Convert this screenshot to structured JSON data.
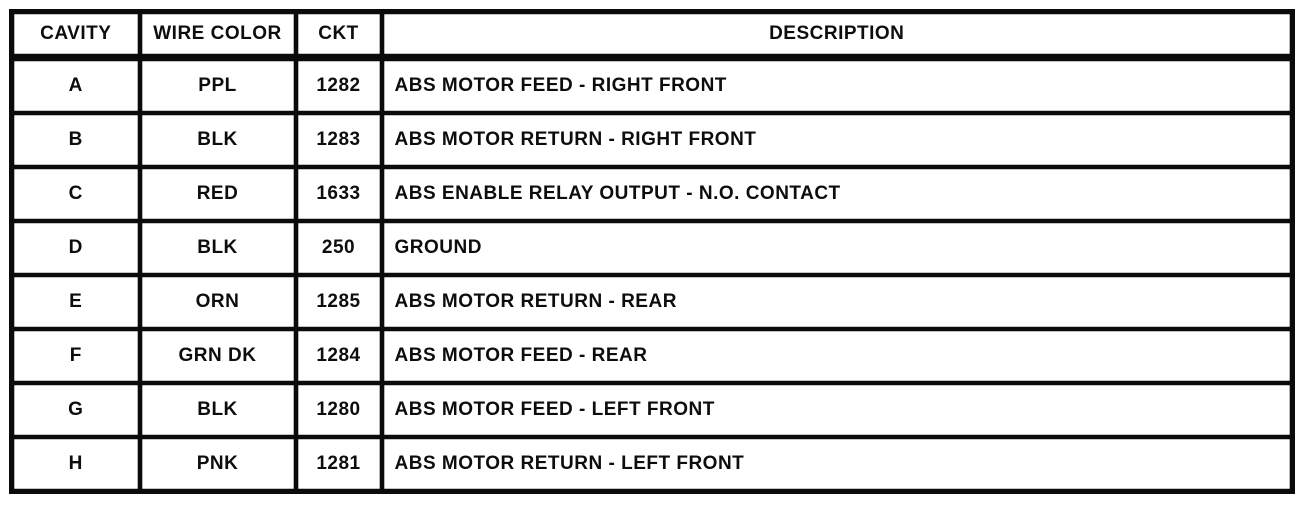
{
  "document": {
    "type": "connector-pinout-table",
    "colors": {
      "ink": "#0d0d0d",
      "paper": "#ffffff"
    },
    "table": {
      "headers": [
        "CAVITY",
        "WIRE COLOR",
        "CKT",
        "DESCRIPTION"
      ],
      "rows": [
        {
          "cavity": "A",
          "wire_color": "PPL",
          "ckt": "1282",
          "description": "ABS MOTOR FEED - RIGHT FRONT"
        },
        {
          "cavity": "B",
          "wire_color": "BLK",
          "ckt": "1283",
          "description": "ABS MOTOR RETURN - RIGHT FRONT"
        },
        {
          "cavity": "C",
          "wire_color": "RED",
          "ckt": "1633",
          "description": "ABS ENABLE RELAY OUTPUT - N.O. CONTACT"
        },
        {
          "cavity": "D",
          "wire_color": "BLK",
          "ckt": "250",
          "description": "GROUND"
        },
        {
          "cavity": "E",
          "wire_color": "ORN",
          "ckt": "1285",
          "description": "ABS MOTOR RETURN - REAR"
        },
        {
          "cavity": "F",
          "wire_color": "GRN DK",
          "ckt": "1284",
          "description": "ABS MOTOR FEED - REAR"
        },
        {
          "cavity": "G",
          "wire_color": "BLK",
          "ckt": "1280",
          "description": "ABS MOTOR FEED - LEFT FRONT"
        },
        {
          "cavity": "H",
          "wire_color": "PNK",
          "ckt": "1281",
          "description": "ABS MOTOR RETURN - LEFT FRONT"
        }
      ]
    }
  }
}
